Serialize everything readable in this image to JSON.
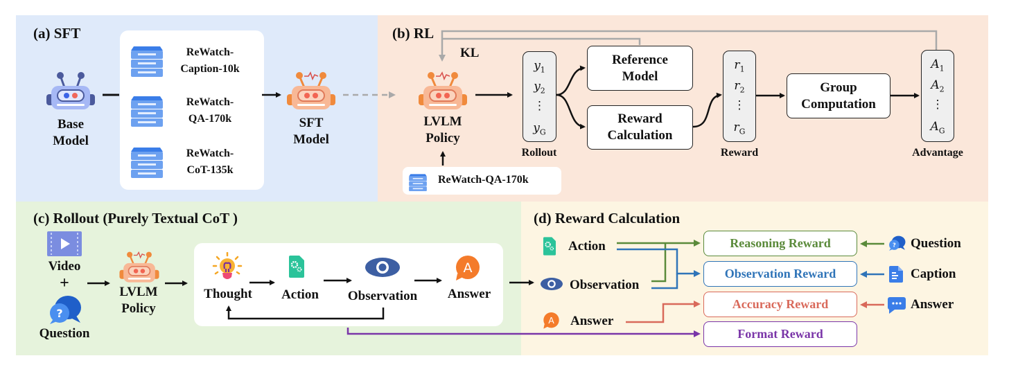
{
  "panels": {
    "sft": {
      "title": "(a) SFT",
      "base_model": [
        "Base",
        "Model"
      ],
      "datasets": [
        {
          "line1": "ReWatch-",
          "line2": "Caption-10k",
          "icon": "database-icon"
        },
        {
          "line1": "ReWatch-",
          "line2": "QA-170k",
          "icon": "database-icon"
        },
        {
          "line1": "ReWatch-",
          "line2": "CoT-135k",
          "icon": "database-icon"
        }
      ],
      "sft_model": [
        "SFT",
        "Model"
      ]
    },
    "rl": {
      "title": "(b) RL",
      "kl_label": "KL",
      "policy": [
        "LVLM",
        "Policy"
      ],
      "dataset": "ReWatch-QA-170k",
      "rollout": {
        "items": [
          "y",
          "y",
          "⋮",
          "y"
        ],
        "subs": [
          "1",
          "2",
          "",
          "G"
        ],
        "label": "Rollout"
      },
      "reference_model": [
        "Reference",
        "Model"
      ],
      "reward_calc": [
        "Reward",
        "Calculation"
      ],
      "reward": {
        "items": [
          "r",
          "r",
          "⋮",
          "r"
        ],
        "subs": [
          "1",
          "2",
          "",
          "G"
        ],
        "label": "Reward"
      },
      "group_comp": [
        "Group",
        "Computation"
      ],
      "advantage": {
        "items": [
          "A",
          "A",
          "⋮",
          "A"
        ],
        "subs": [
          "1",
          "2",
          "",
          "G"
        ],
        "label": "Advantage"
      }
    },
    "rollout": {
      "title": "(c) Rollout (Purely Textual CoT )",
      "video": "Video",
      "plus": "+",
      "question": "Question",
      "policy": [
        "LVLM",
        "Policy"
      ],
      "steps": [
        "Thought",
        "Action",
        "Observation",
        "Answer"
      ]
    },
    "reward": {
      "title": "(d) Reward Calculation",
      "inputs": [
        "Action",
        "Observation",
        "Answer"
      ],
      "rewards": [
        {
          "label": "Reasoning Reward",
          "color": "#5a8a3a"
        },
        {
          "label": "Observation Reward",
          "color": "#2f74b8"
        },
        {
          "label": "Accuracy Reward",
          "color": "#d9695a"
        },
        {
          "label": "Format Reward",
          "color": "#7a35a8"
        }
      ],
      "sources": [
        "Question",
        "Caption",
        "Answer"
      ]
    }
  },
  "colors": {
    "sft_bg": "#dfeafa",
    "rl_bg": "#fbe7da",
    "rollout_bg": "#e6f3dc",
    "reward_bg": "#fdf5e2",
    "kl_line": "#a9a9a9"
  }
}
